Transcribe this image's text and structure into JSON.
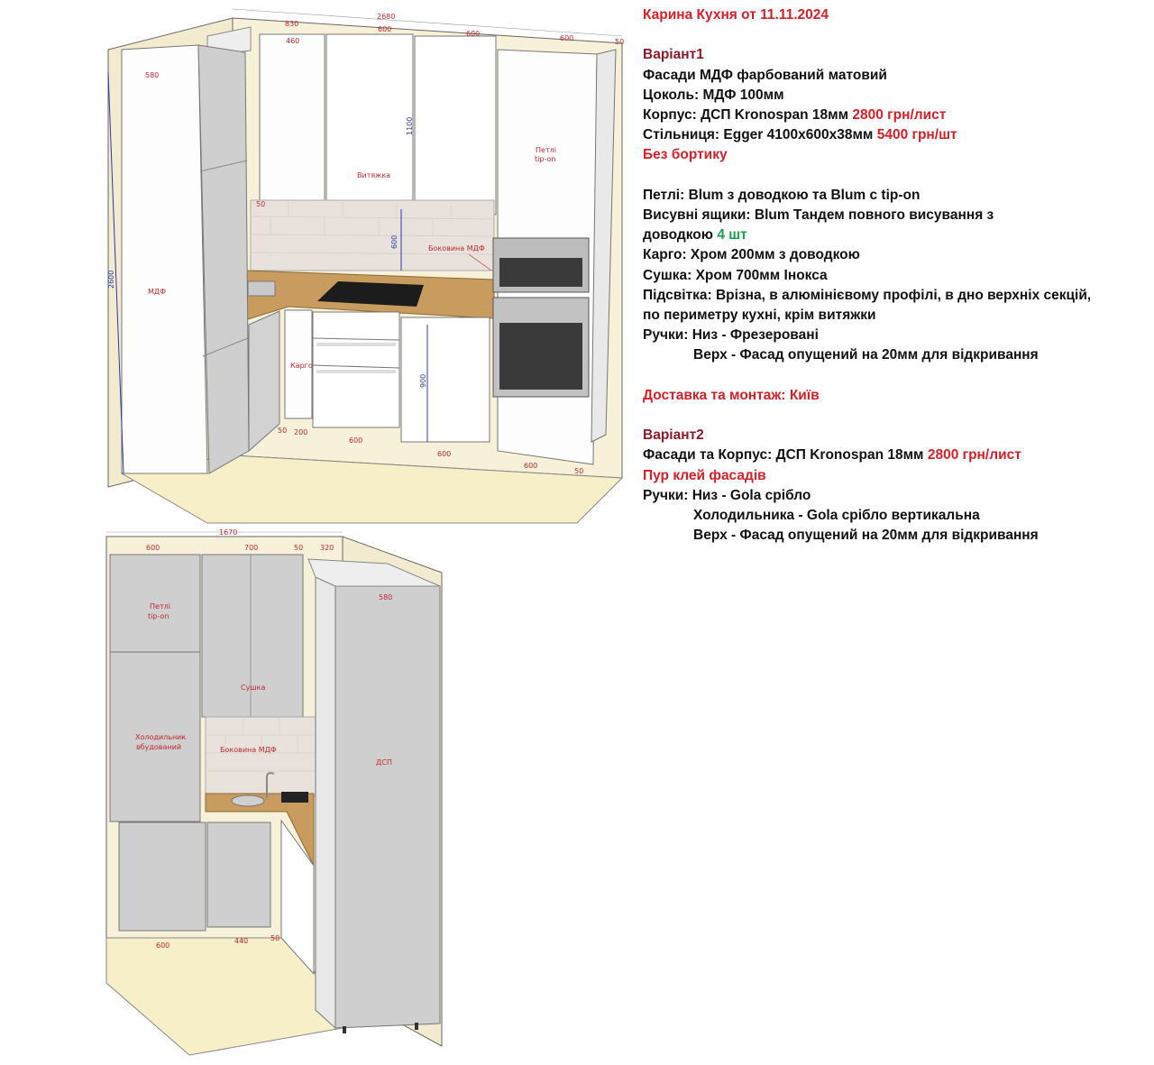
{
  "spec": {
    "title": "Карина Кухня от 11.11.2024",
    "variant1": {
      "heading": "Варіант1",
      "facades": "Фасади МДФ фарбований матовий",
      "plinth": "Цоколь: МДФ 100мм",
      "body_label": "Корпус: ДСП Kronospan 18мм",
      "body_price": "2800 грн/лист",
      "top_label": "Стільниця: Egger 4100х600х38мм",
      "top_price": "5400 грн/шт",
      "no_border": "Без бортику",
      "hinges": "Петлі: Blum з доводкою та Blum c tip-on",
      "drawers_1": "Висувні ящики: Blum Тандем повного висування з",
      "drawers_2": "доводкою",
      "drawers_qty": "4 шт",
      "cargo": "Карго: Хром 200мм з доводкою",
      "dryer": "Сушка: Хром 700мм Інокса",
      "light_1": "Підсвітка: Врізна, в алюмінієвому профілі, в дно верхніх секцій,",
      "light_2": "по периметру кухні, крім витяжки",
      "handles_low": "Ручки: Низ - Фрезеровані",
      "handles_top": "Верх - Фасад опущений на 20мм для відкривання"
    },
    "delivery": "Доставка та монтаж: Київ",
    "variant2": {
      "heading": "Варіант2",
      "facades_label": "Фасади та Корпус: ДСП Kronospan 18мм",
      "facades_price": "2800 грн/лист",
      "glue": "Пур клей фасадів",
      "handles_low": "Ручки: Низ - Gola срібло",
      "handles_fridge": "Холодильника - Gola срібло вертикальна",
      "handles_top": "Верх - Фасад опущений на 20мм для відкривання"
    }
  },
  "drawing1": {
    "dims": {
      "total_width": "2680",
      "d830": "830",
      "d600a": "600",
      "d600b": "600",
      "d600c": "600",
      "d50a": "50",
      "d460": "460",
      "d580": "580",
      "d1100": "1100",
      "d50b": "50",
      "d600v": "600",
      "d2600": "2600",
      "d900": "900",
      "d50c": "50",
      "d200": "200",
      "d600d": "600",
      "d600e": "600",
      "d600f": "600",
      "d50d": "50"
    },
    "labels": {
      "hood": "Витяжка",
      "hinges_1": "Петлі",
      "hinges_2": "tip-on",
      "side_mdf": "Боковина МДФ",
      "mdf": "МДФ",
      "cargo": "Карго"
    }
  },
  "drawing2": {
    "dims": {
      "total_width": "1670",
      "d600a": "600",
      "d700": "700",
      "d50a": "50",
      "d320": "320",
      "d580": "580",
      "d600b": "600",
      "d440": "440",
      "d50b": "50"
    },
    "labels": {
      "hinges_1": "Петлі",
      "hinges_2": "tip-on",
      "dryer": "Сушка",
      "fridge_1": "Холодильник",
      "fridge_2": "вбудований",
      "side_mdf": "Боковина МДФ",
      "chipboard": "ДСП"
    }
  },
  "colors": {
    "accent_red": "#d61f26",
    "heading_dark_red": "#8b1a2b",
    "qty_green": "#1aa24b",
    "dim_blue": "#2a3aa8",
    "wall": "#f7f1da",
    "countertop": "#c89b5e"
  }
}
